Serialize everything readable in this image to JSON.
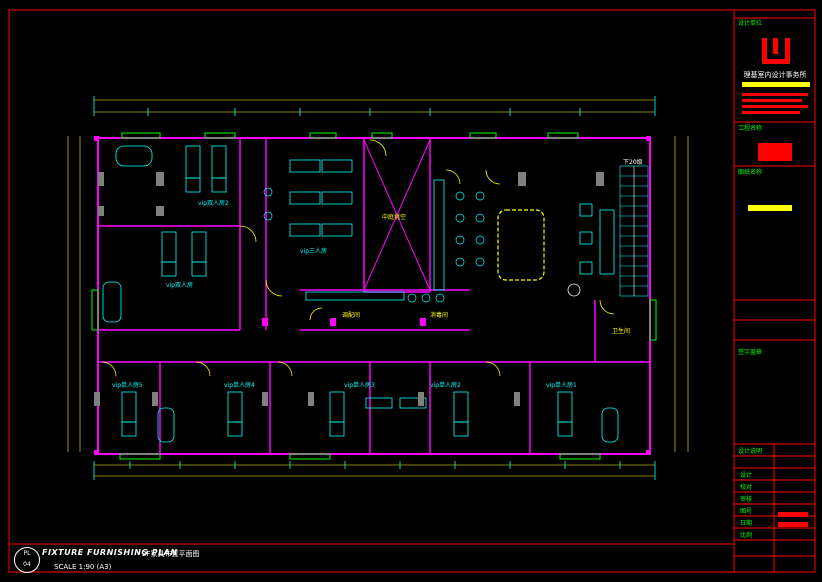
{
  "title_block": {
    "firm_name": "理基室内设计事务所",
    "section_design": "设计单位",
    "section_project": "工程名称",
    "section_drawing": "图纸名称",
    "section_sign": "签字盖章",
    "section_info": "设计说明",
    "row_labels": [
      "设计",
      "校对",
      "审核",
      "图号",
      "日期",
      "比例"
    ]
  },
  "drawing": {
    "title_en": "FIXTURE FURNISHING PLAN",
    "title_cn": "2F家具布置平面图",
    "scale": "SCALE 1:90 (A3)",
    "sheet_prefix": "PL",
    "sheet_number": "04"
  },
  "rooms": {
    "vip_double_2": "vip双人房2",
    "vip_double": "vip双人房",
    "vip_triple": "vip三人房",
    "atrium": "中庭挑空",
    "stair": "下20级",
    "single_5": "vip单人房5",
    "single_4": "vip单人房4",
    "single_3": "vip单人房3",
    "single_2": "vip单人房2",
    "single_1": "vip单人房1",
    "toilet": "卫生间",
    "store_1": "调配间",
    "store_2": "消毒间"
  },
  "colors": {
    "wall": "#ff00ff",
    "furniture": "#00ffff",
    "frame": "#ff0000",
    "dim": "#ffff00",
    "glass": "#00ff00"
  }
}
